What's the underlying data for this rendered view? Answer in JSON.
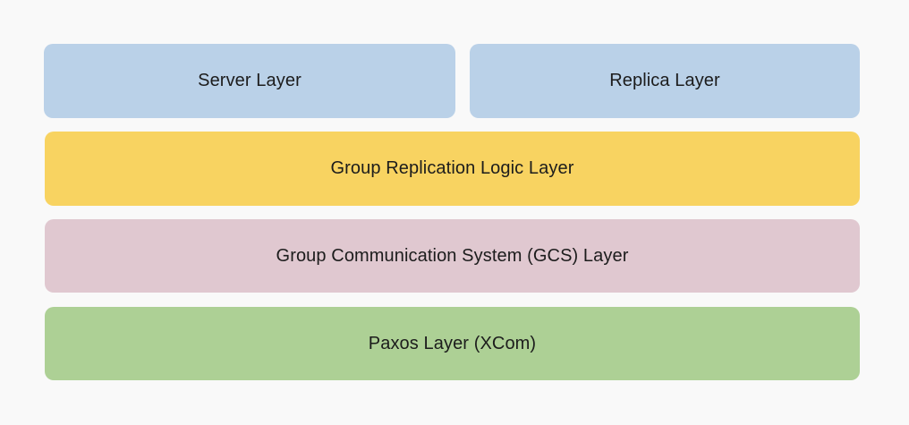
{
  "diagram": {
    "layers": {
      "server": {
        "label": "Server Layer",
        "color": "#bad1e8"
      },
      "replica": {
        "label": "Replica Layer",
        "color": "#bad1e8"
      },
      "group_replication_logic": {
        "label": "Group Replication Logic Layer",
        "color": "#f8d361"
      },
      "gcs": {
        "label": "Group Communication System (GCS) Layer",
        "color": "#e0c8d0"
      },
      "paxos": {
        "label": "Paxos Layer (XCom)",
        "color": "#add095"
      }
    }
  }
}
